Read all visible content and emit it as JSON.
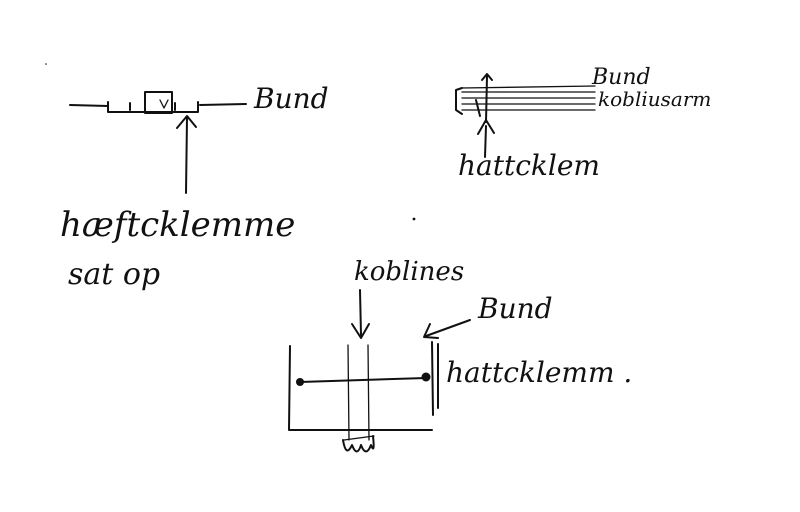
{
  "sketch1": {
    "label_bund": "Bund",
    "label_line1": "hæftcklemme",
    "label_line2": "sat op"
  },
  "sketch2": {
    "label_bund": "Bund",
    "label_kobliusarm": "kobliusarm",
    "label_klemme": "hattcklem"
  },
  "sketch3": {
    "label_koblines": "koblines",
    "label_bund": "Bund",
    "label_klemme": "hattcklemm ."
  },
  "colors": {
    "ink": "#111111",
    "paper": "#ffffff"
  }
}
